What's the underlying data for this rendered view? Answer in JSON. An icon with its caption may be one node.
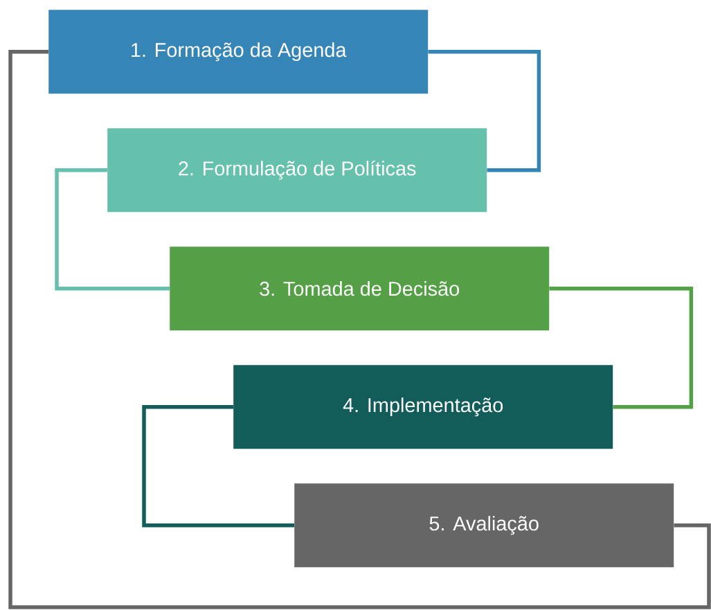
{
  "diagram": {
    "nodes": [
      {
        "text": [
          "1. Formação da Agenda"
        ]
      },
      {
        "text": [
          "2. Formulação de Políticas"
        ]
      },
      {
        "text": [
          "3. Tomada de Decisão"
        ]
      },
      {
        "text": [
          "4. Implementação"
        ]
      },
      {
        "text": [
          "5. Avaliação"
        ]
      }
    ],
    "edges": [
      {
        "from": 0,
        "to": 1,
        "arrow": "none",
        "color": "#3484b4"
      },
      {
        "from": 1,
        "to": 2,
        "arrow": "none",
        "color": "#66c0ad"
      },
      {
        "from": 2,
        "to": 3,
        "arrow": "none",
        "color": "#53a047"
      },
      {
        "from": 3,
        "to": 4,
        "arrow": "none",
        "color": "#135d5b"
      },
      {
        "from": 4,
        "to": 0,
        "arrow": "none",
        "color": "#666666"
      }
    ]
  }
}
